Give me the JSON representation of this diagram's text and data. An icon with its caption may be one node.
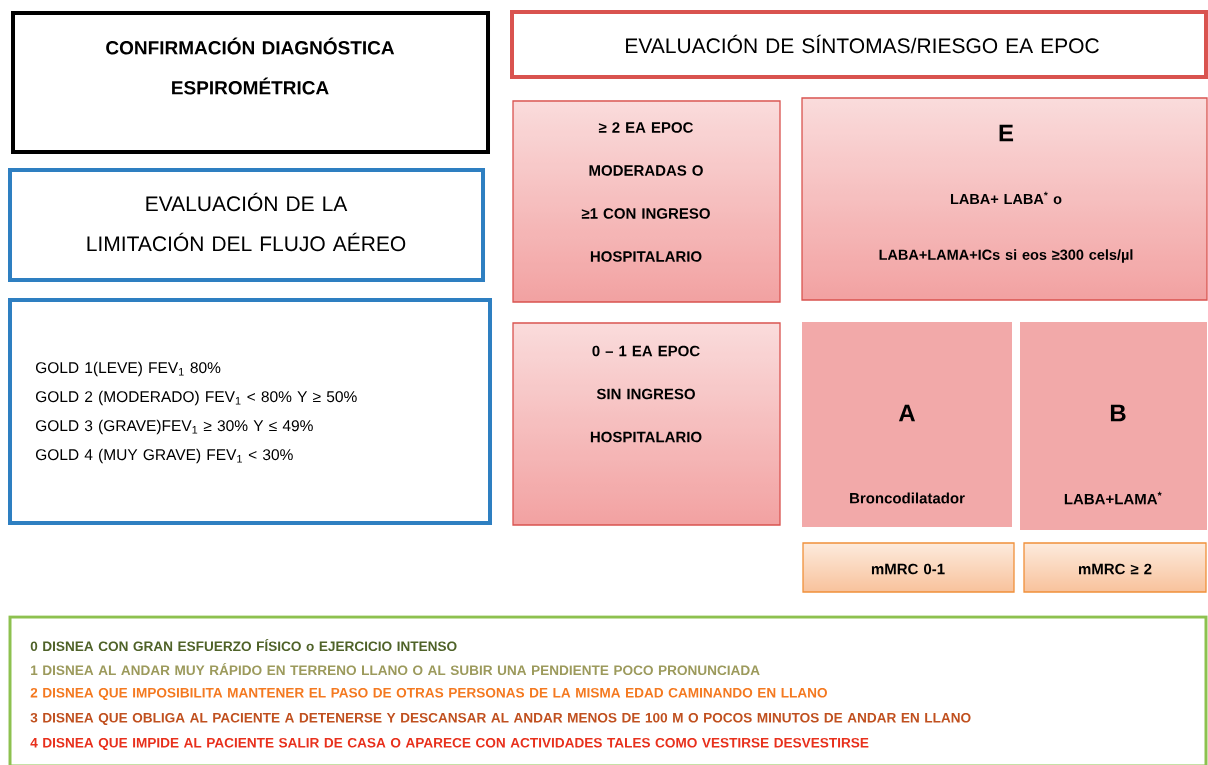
{
  "diagram": {
    "nodes": [
      {
        "text": [
          "CONFIRMACIÓN DIAGNÓSTICA ESPIROMÉTRICA"
        ]
      },
      {
        "text": [
          "EVALUACIÓN DE LA LIMITACIÓN DEL FLUJO AÉREO"
        ]
      },
      {
        "text": [
          "GOLD 1(LEVE) FEV$_{1}$ 80%",
          "GOLD 2 (MODERADO) FEV$_{1}$ < 80% Y ≥ 50%",
          "GOLD 3 (GRAVE)FEV$_{1}$ ≥ 30% Y ≤ 49%",
          "GOLD 4 (MUY GRAVE) FEV$_{1}$ < 30%"
        ]
      },
      {
        "text": [
          "EVALUACIÓN DE SÍNTOMAS/RIESGO EA EPOC"
        ]
      },
      {
        "text": [
          "≥ 2 EA EPOC MODERADAS O ≥1 CON INGRESO HOSPITALARIO"
        ]
      },
      {
        "text": [
          "E",
          "LABA+ LABA$^{*}$ o",
          "LABA+LAMA+ICs si eos ≥300 cels/µl"
        ]
      },
      {
        "text": [
          "0 – 1 EA EPOC SIN INGRESO HOSPITALARIO"
        ]
      },
      {
        "text": [
          "A",
          "Broncodilatador"
        ]
      },
      {
        "text": [
          "B",
          "LABA+LAMA$^{*}$"
        ]
      },
      {
        "text": [
          "mMRC 0-1"
        ]
      },
      {
        "text": [
          "mMRC ≥ 2"
        ]
      },
      {
        "text": [
          "0  DISNEA CON GRAN ESFUERZO FÍSICO o EJERCICIO INTENSO",
          "1 DISNEA AL ANDAR MUY RÁPIDO EN TERRENO LLANO O AL SUBIR UNA PENDIENTE POCO PRONUNCIADA",
          "2 DISNEA QUE IMPOSIBILITA MANTENER EL PASO DE OTRAS PERSONAS DE LA MISMA EDAD CAMINANDO EN LLANO",
          "3 DISNEA QUE OBLIGA AL PACIENTE A DETENERSE Y DESCANSAR AL ANDAR MENOS DE 100 M O POCOS MINUTOS DE ANDAR EN  LLANO",
          "4 DISNEA QUE IMPIDE AL PACIENTE SALIR DE CASA O APARECE CON ACTIVIDADES TALES COMO VESTIRSE DESVESTIRSE"
        ]
      }
    ]
  }
}
